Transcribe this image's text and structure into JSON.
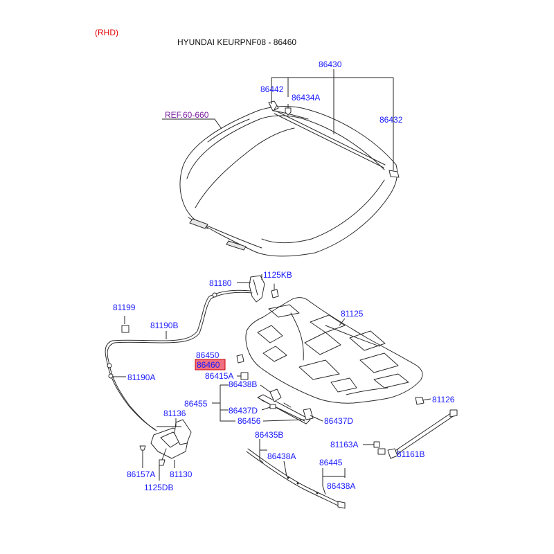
{
  "header": {
    "rhd": "(RHD)",
    "title": "HYUNDAI KEURPNF08 - 86460"
  },
  "colors": {
    "label": "#1a1aff",
    "highlight_fill": "#f07080",
    "highlight_border": "#cc0000",
    "ref": "#7b1fa2",
    "rhd": "#e00000"
  },
  "reference": "REF.60-660",
  "highlighted_part": "86460",
  "labels": {
    "p86430": "86430",
    "p86442": "86442",
    "p86434A": "86434A",
    "p86432": "86432",
    "p81180": "81180",
    "p1125KB": "1125KB",
    "p81199": "81199",
    "p81190B": "81190B",
    "p81125": "81125",
    "p86450": "86450",
    "p86460": "86460",
    "p86415A": "86415A",
    "p81190A": "81190A",
    "p86438B": "86438B",
    "p86455": "86455",
    "p81126": "81126",
    "p86437D_left": "86437D",
    "p81136": "81136",
    "p86456": "86456",
    "p86437D_right": "86437D",
    "p86435B": "86435B",
    "p81163A": "81163A",
    "p86438A_mid": "86438A",
    "p81161B": "81161B",
    "p86445": "86445",
    "p86157A": "86157A",
    "p81130": "81130",
    "p86438A_low": "86438A",
    "p1125DB": "1125DB"
  }
}
